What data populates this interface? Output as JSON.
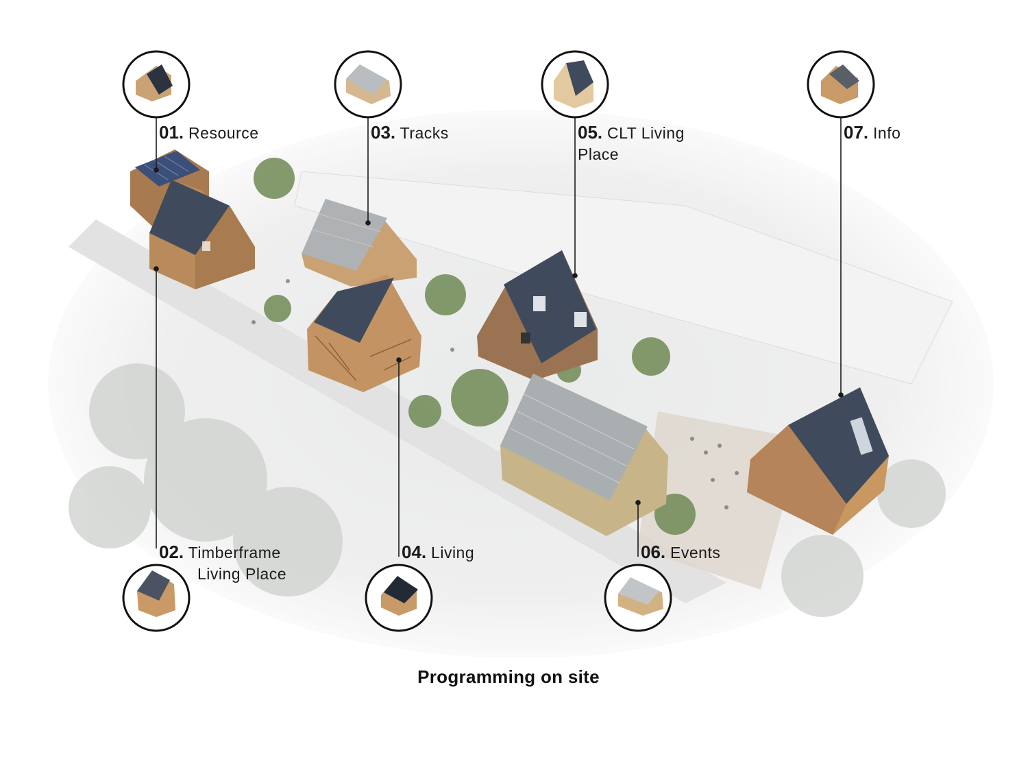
{
  "title": "Programming on site",
  "colors": {
    "roof_dark": "#3f4b5c",
    "timber": "#b98c5e",
    "glass": "#c9cdd0",
    "ink": "#111111"
  },
  "items": [
    {
      "number": "01.",
      "name": "Resource",
      "icon": "house-solar-roof-icon"
    },
    {
      "number": "02.",
      "name": "Timberframe",
      "name2": "Living Place",
      "icon": "house-dark-roof-icon"
    },
    {
      "number": "03.",
      "name": "Tracks",
      "icon": "greenhouse-icon"
    },
    {
      "number": "04.",
      "name": "Living",
      "icon": "house-timberframe-icon"
    },
    {
      "number": "05.",
      "name": "CLT Living",
      "name2": "Place",
      "icon": "house-clt-icon"
    },
    {
      "number": "06.",
      "name": "Events",
      "icon": "greenhouse-events-icon"
    },
    {
      "number": "07.",
      "name": "Info",
      "icon": "house-info-icon"
    }
  ]
}
